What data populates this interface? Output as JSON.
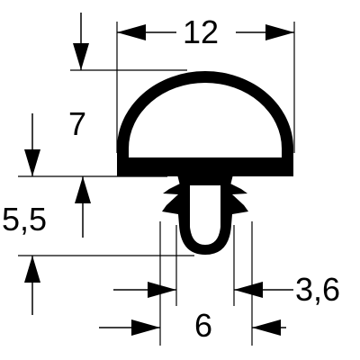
{
  "diagram": {
    "dimensions": {
      "width_top": "12",
      "cap_height": "7",
      "stem_height": "5,5",
      "foot_width": "6",
      "neck_width": "3,6"
    },
    "colors": {
      "ink": "#000000",
      "background": "#ffffff"
    }
  }
}
